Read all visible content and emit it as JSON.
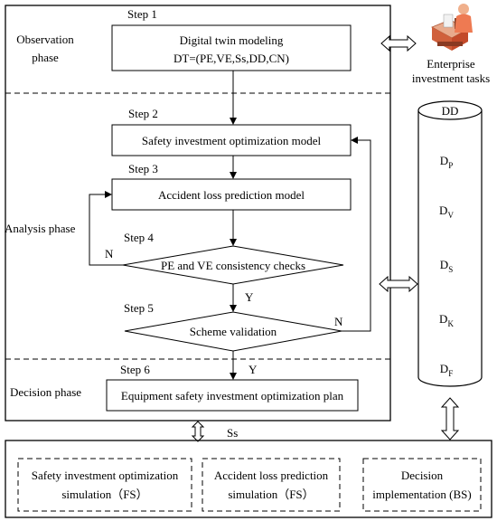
{
  "phases": {
    "observation": [
      "Observation",
      "phase"
    ],
    "analysis": "Analysis phase",
    "decision": "Decision phase"
  },
  "steps": {
    "s1": "Step 1",
    "s2": "Step 2",
    "s3": "Step 3",
    "s4": "Step 4",
    "s5": "Step 5",
    "s6": "Step 6"
  },
  "boxes": {
    "dt_title": "Digital twin modeling",
    "dt_formula": "DT=(PE,VE,Ss,DD,CN)",
    "safety_model": "Safety investment optimization model",
    "accident_model": "Accident loss prediction model",
    "consistency": "PE and VE consistency checks",
    "validation": "Scheme validation",
    "plan": "Equipment safety investment optimization plan"
  },
  "branch_labels": {
    "n1": "N",
    "n2": "N",
    "y1": "Y",
    "y2": "Y"
  },
  "enterprise": [
    "Enterprise",
    "investment tasks"
  ],
  "database": {
    "title": "DD",
    "items": [
      {
        "base": "D",
        "sub": "P"
      },
      {
        "base": "D",
        "sub": "V"
      },
      {
        "base": "D",
        "sub": "S"
      },
      {
        "base": "D",
        "sub": "K"
      },
      {
        "base": "D",
        "sub": "F"
      }
    ]
  },
  "ss": {
    "title": "Ss",
    "modules": [
      [
        "Safety investment optimization",
        "simulation（FS）"
      ],
      [
        "Accident loss prediction",
        "simulation（FS）"
      ],
      [
        "Decision",
        "implementation (BS)"
      ]
    ]
  }
}
